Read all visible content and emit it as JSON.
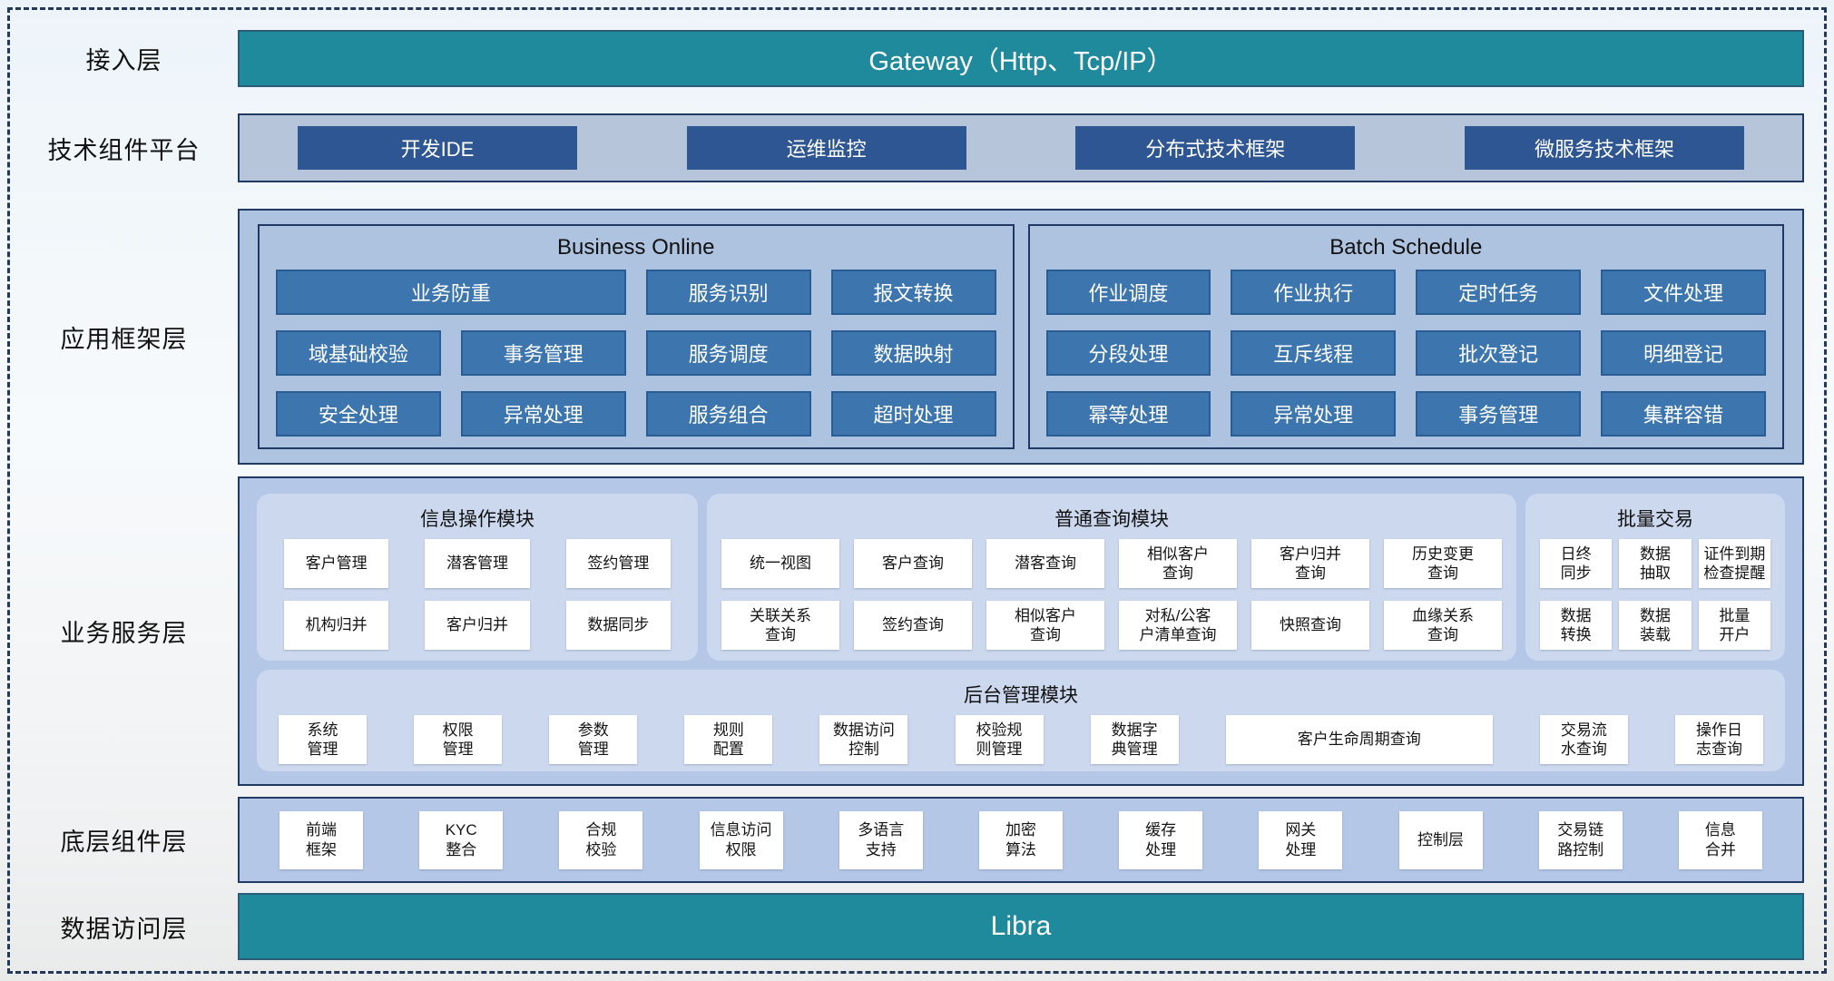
{
  "colors": {
    "teal_bar": "#1e8a9c",
    "dark_blue_button": "#2e5693",
    "medium_blue_button": "#3d76ae",
    "container_bg": "#b4c7e7",
    "panel_bg": "#ccd8ee",
    "border_navy": "#1f3864"
  },
  "diagram": {
    "access": {
      "label": "接入层",
      "gateway": "Gateway（Http、Tcp/IP）"
    },
    "tech": {
      "label": "技术组件平台",
      "items": [
        "开发IDE",
        "运维监控",
        "分布式技术框架",
        "微服务技术框架"
      ]
    },
    "framework": {
      "label": "应用框架层",
      "business_online": {
        "title": "Business Online",
        "wide": "业务防重",
        "row1": [
          "服务识别",
          "报文转换"
        ],
        "row2": [
          "域基础校验",
          "事务管理",
          "服务调度",
          "数据映射"
        ],
        "row3": [
          "安全处理",
          "异常处理",
          "服务组合",
          "超时处理"
        ]
      },
      "batch_schedule": {
        "title": "Batch Schedule",
        "row1": [
          "作业调度",
          "作业执行",
          "定时任务",
          "文件处理"
        ],
        "row2": [
          "分段处理",
          "互斥线程",
          "批次登记",
          "明细登记"
        ],
        "row3": [
          "幂等处理",
          "异常处理",
          "事务管理",
          "集群容错"
        ]
      }
    },
    "service": {
      "label": "业务服务层",
      "info_module": {
        "title": "信息操作模块",
        "items": [
          "客户管理",
          "潜客管理",
          "签约管理",
          "机构归并",
          "客户归并",
          "数据同步"
        ]
      },
      "query_module": {
        "title": "普通查询模块",
        "items": [
          "统一视图",
          "客户查询",
          "潜客查询",
          "相似客户\n查询",
          "客户归并\n查询",
          "历史变更\n查询",
          "关联关系\n查询",
          "签约查询",
          "相似客户\n查询",
          "对私/公客\n户清单查询",
          "快照查询",
          "血缘关系\n查询"
        ]
      },
      "batch_trade": {
        "title": "批量交易",
        "items": [
          "日终\n同步",
          "数据\n抽取",
          "证件到期\n检查提醒",
          "数据\n转换",
          "数据\n装载",
          "批量\n开户"
        ]
      },
      "admin_module": {
        "title": "后台管理模块",
        "items": [
          "系统\n管理",
          "权限\n管理",
          "参数\n管理",
          "规则\n配置",
          "数据访问\n控制",
          "校验规\n则管理",
          "数据字\n典管理",
          "客户生命周期查询",
          "交易流\n水查询",
          "操作日\n志查询"
        ]
      }
    },
    "base": {
      "label": "底层组件层",
      "items": [
        "前端\n框架",
        "KYC\n整合",
        "合规\n校验",
        "信息访问\n权限",
        "多语言\n支持",
        "加密\n算法",
        "缓存\n处理",
        "网关\n处理",
        "控制层",
        "交易链\n路控制",
        "信息\n合并"
      ]
    },
    "data_access": {
      "label": "数据访问层",
      "bar": "Libra"
    }
  }
}
